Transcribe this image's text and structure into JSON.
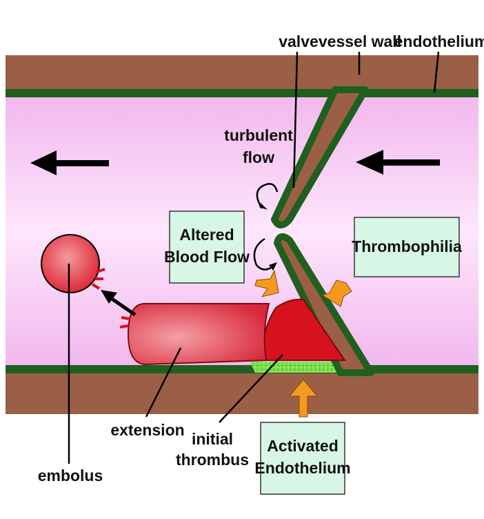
{
  "labels": {
    "valve": "valve",
    "vessel_wall": "vessel wall",
    "endothelium": "endothelium",
    "turbulent_flow_line1": "turbulent",
    "turbulent_flow_line2": "flow",
    "embolus": "embolus",
    "extension": "extension",
    "initial_thrombus_line1": "initial",
    "initial_thrombus_line2": "thrombus"
  },
  "boxes": {
    "altered_blood_flow_line1": "Altered",
    "altered_blood_flow_line2": "Blood Flow",
    "thrombophilia": "Thrombophilia",
    "activated_endothelium_line1": "Activated",
    "activated_endothelium_line2": "Endothelium"
  },
  "colors": {
    "vessel_wall": "#9a5f45",
    "endothelium": "#1f5f1f",
    "lumen": "#f7c6f2",
    "thrombus": "#e01b24",
    "box_fill": "#d8f6e6",
    "activated_endothelium": "#6ee040",
    "arrow_orange": "#f39a1e"
  }
}
